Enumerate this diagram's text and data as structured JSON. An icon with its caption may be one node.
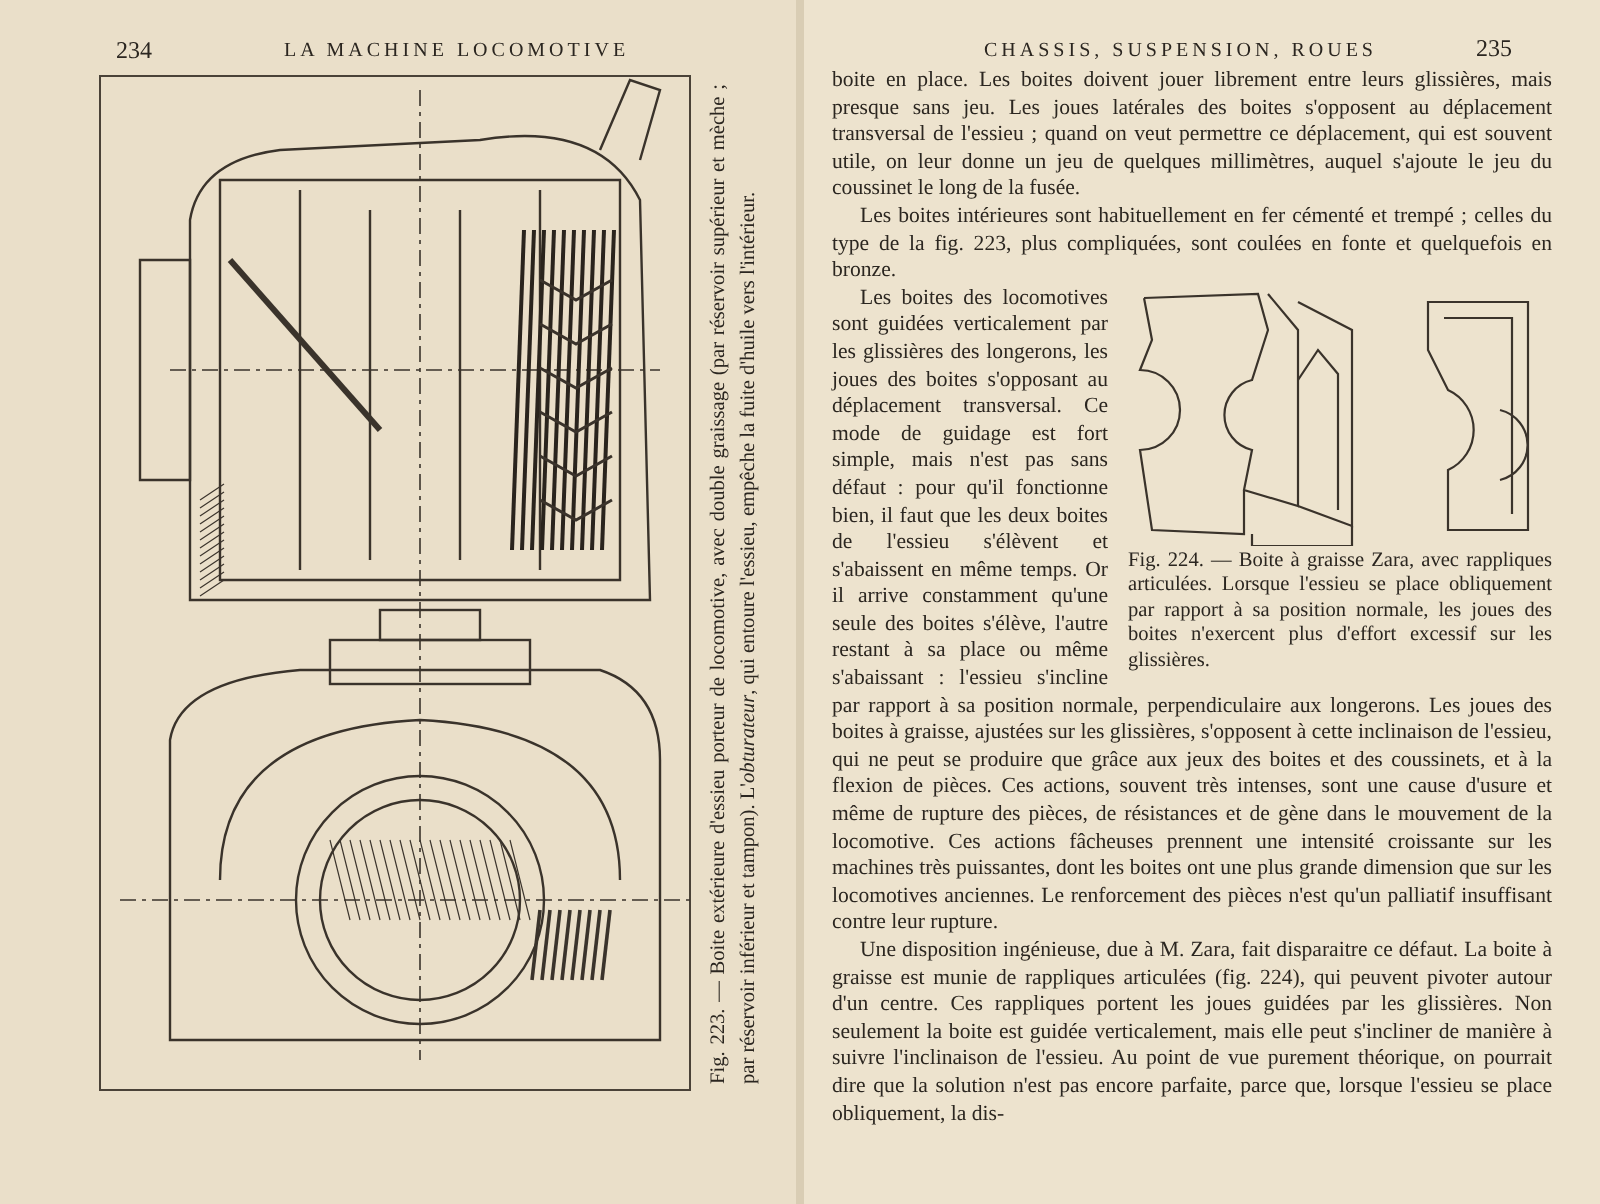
{
  "diagram": {
    "labels": [
      "234",
      "LA MACHINE LOCOMOTIVE",
      "Fig. 223. — Boite extérieure d'essieu porteur de locomotive, avec double graissage (par réservoir supérieur et mèche ; par réservoir inférieur et tampon). L'*obturateur*, qui entoure l'essieu, empêche la fuite d'huile vers l'intérieur.",
      "CHASSIS, SUSPENSION, ROUES",
      "235",
      "boite en place. Les boites doivent jouer librement entre leurs glissières, mais presque sans jeu. Les joues latérales des boites s'opposent au déplacement transversal de l'essieu ; quand on veut permettre ce déplacement, qui est souvent utile, on leur donne un jeu de quelques millimètres, auquel s'ajoute le jeu du coussinet le long de la fusée.",
      "Les boites intérieures sont habituellement en fer cémenté et trempé ; celles du type de la fig. 223, plus compliquées, sont coulées en fonte et quelquefois en bronze.",
      "Fig. 224. — Boite à graisse Zara, avec rappliques articulées. Lorsque l'essieu se place obliquement par rapport à sa position normale, les joues des boites n'exercent plus d'effort excessif sur les glissières.",
      "Les boites des locomotives sont guidées verticalement par les glissières des longerons, les joues des boites s'opposant au déplacement transversal. Ce mode de guidage est fort simple, mais n'est pas sans défaut : pour qu'il fonctionne bien, il faut que les deux boites de l'essieu s'élèvent et s'abaissent en même temps. Or il arrive constamment qu'une seule des boites s'élève, l'autre restant à sa place ou même s'abaissant : l'essieu s'incline par rapport à sa position normale, perpendiculaire aux longerons. Les joues des boites à graisse, ajustées sur les glissières, s'opposent à cette inclinaison de l'essieu, qui ne peut se produire que grâce aux jeux des boites et des coussinets, et à la flexion de pièces. Ces actions, souvent très intenses, sont une cause d'usure et même de rupture des pièces, de résistances et de gène dans le mouvement de la locomotive. Ces actions fâcheuses prennent une intensité croissante sur les machines très puissantes, dont les boites ont une plus grande dimension que sur les locomotives anciennes. Le renforcement des pièces n'est qu'un palliatif insuffisant contre leur rupture.",
      "Une disposition ingénieuse, due à M. Zara, fait disparaitre ce défaut. La boite à graisse est munie de rappliques articulées (fig. 224), qui peuvent pivoter autour d'un centre. Ces rappliques portent les joues guidées par les glissières. Non seulement la boite est guidée verticalement, mais elle peut s'incliner de manière à suivre l'inclinaison de l'essieu. Au point de vue purement théorique, on pourrait dire que la solution n'est pas encore parfaite, parce que, lorsque l'essieu se place obliquement, la dis-"
    ]
  }
}
